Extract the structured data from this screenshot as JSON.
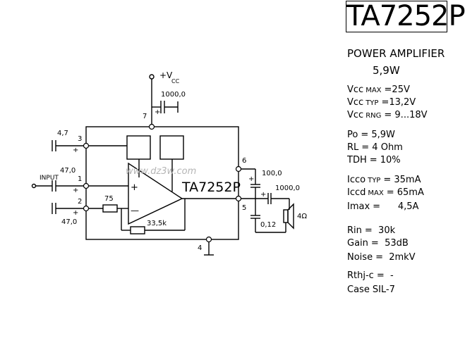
{
  "part_number": "TA7252P",
  "description": {
    "line1": "POWER AMPLIFIER",
    "line2": "5,9W"
  },
  "specs": [
    {
      "sym": "Vcc",
      "sub": "MAX",
      "val": "=25V"
    },
    {
      "sym": "Vcc",
      "sub": "TYP",
      "val": "=13,2V"
    },
    {
      "sym": "Vcc",
      "sub": "RNG",
      "val": "= 9...18V"
    },
    {
      "sym": "Po",
      "sub": "",
      "val": "= 5,9W"
    },
    {
      "sym": "RL",
      "sub": "",
      "val": "= 4 Ohm"
    },
    {
      "sym": "TDH",
      "sub": "",
      "val": "= 10%"
    },
    {
      "sym": "Icco",
      "sub": "TYP",
      "val": "= 35mA"
    },
    {
      "sym": "Iccd",
      "sub": "MAX",
      "val": "= 65mA"
    },
    {
      "sym": "Imax",
      "sub": "",
      "val": "=      4,5A"
    },
    {
      "sym": "Rin",
      "sub": "",
      "val": "=  30k"
    },
    {
      "sym": "Gain",
      "sub": "",
      "val": "=  53dB"
    },
    {
      "sym": "Noise",
      "sub": "",
      "val": "=  2mkV"
    },
    {
      "sym": "Rthj-c",
      "sub": "",
      "val": "=  -"
    },
    {
      "sym": "Case",
      "sub": "",
      "val": "SIL-7"
    }
  ],
  "schematic": {
    "vcc_label": "+V",
    "vcc_sub": "CC",
    "chip_label": "TA7252P",
    "watermark": "www.dz3w.com",
    "input_label": "INPUT",
    "pins": [
      "7",
      "3",
      "1",
      "2",
      "6",
      "5",
      "4"
    ],
    "components": {
      "c_supply": "1000,0",
      "c_pin3": "4,7",
      "c_in": "47,0",
      "c_pin2": "47,0",
      "r_75": "75",
      "r_fb": "33,5k",
      "c_pin6": "100,0",
      "c_out": "1000,0",
      "c_012": "0,12",
      "speaker": "4Ω"
    },
    "polarity_plus": "+",
    "opamp_plus": "+",
    "opamp_minus": "—"
  }
}
